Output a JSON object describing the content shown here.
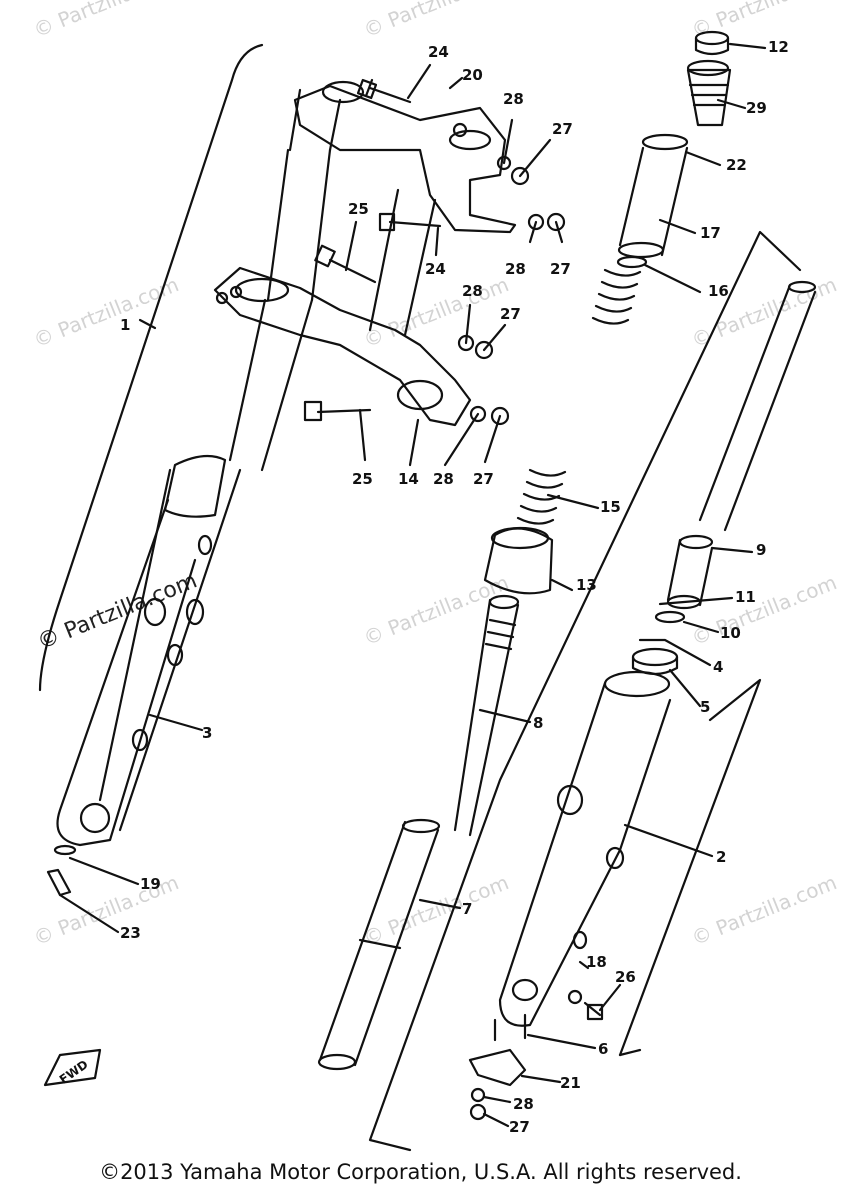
{
  "watermark": {
    "text": "© Partzilla",
    "text_long": "© Partzilla.com",
    "text_brand": "© Partzilla.com"
  },
  "callouts": [
    "12",
    "29",
    "22",
    "17",
    "16",
    "24",
    "20",
    "28",
    "27",
    "25",
    "24",
    "28",
    "27",
    "28",
    "27",
    "1",
    "25",
    "14",
    "28",
    "27",
    "15",
    "13",
    "9",
    "11",
    "10",
    "4",
    "5",
    "3",
    "8",
    "2",
    "19",
    "23",
    "7",
    "18",
    "26",
    "6",
    "21",
    "28",
    "27"
  ],
  "fwd_marker": "FWD",
  "copyright": "©2013 Yamaha Motor Corporation, U.S.A. All rights reserved."
}
